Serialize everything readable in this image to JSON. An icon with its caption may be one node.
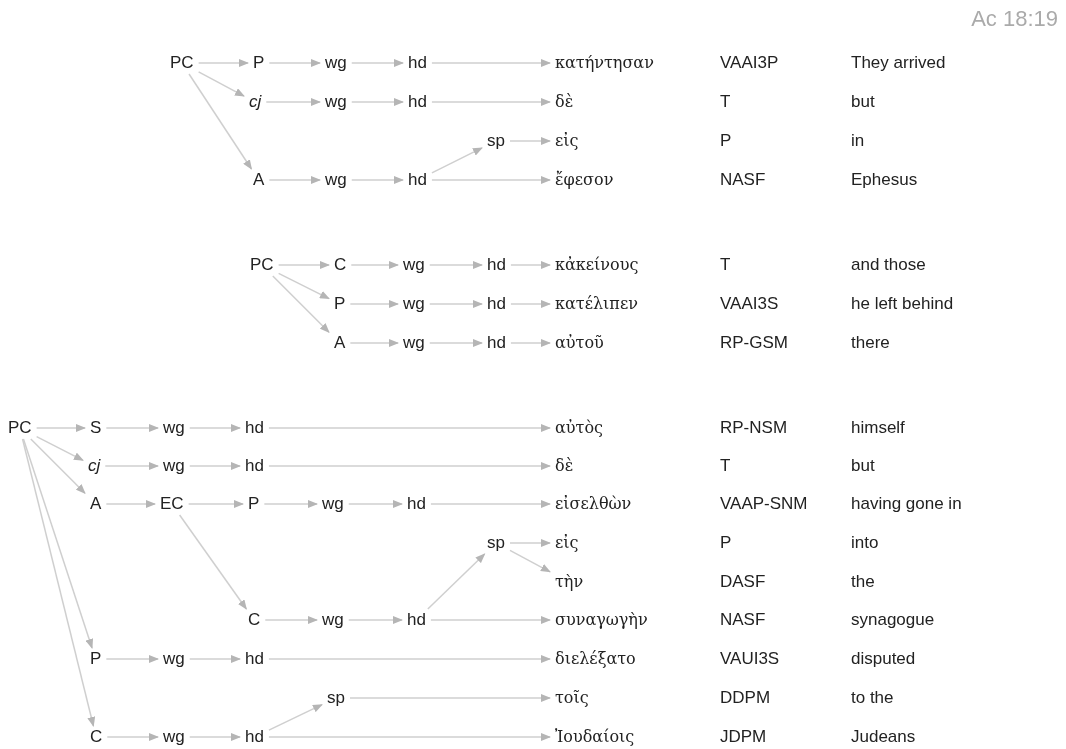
{
  "diagram": {
    "nodes": [
      {
        "text": [
          "PC"
        ]
      },
      {
        "text": [
          "P"
        ]
      },
      {
        "text": [
          "wg"
        ]
      },
      {
        "text": [
          "hd"
        ]
      },
      {
        "text": [
          "κατήντησαν"
        ]
      },
      {
        "text": [
          "cj"
        ]
      },
      {
        "text": [
          "wg"
        ]
      },
      {
        "text": [
          "hd"
        ]
      },
      {
        "text": [
          "δὲ"
        ]
      },
      {
        "text": [
          "sp"
        ]
      },
      {
        "text": [
          "εἰς"
        ]
      },
      {
        "text": [
          "A"
        ]
      },
      {
        "text": [
          "wg"
        ]
      },
      {
        "text": [
          "hd"
        ]
      },
      {
        "text": [
          "ἔφεσον"
        ]
      },
      {
        "text": [
          "PC"
        ]
      },
      {
        "text": [
          "C"
        ]
      },
      {
        "text": [
          "wg"
        ]
      },
      {
        "text": [
          "hd"
        ]
      },
      {
        "text": [
          "κἀκείνους"
        ]
      },
      {
        "text": [
          "P"
        ]
      },
      {
        "text": [
          "wg"
        ]
      },
      {
        "text": [
          "hd"
        ]
      },
      {
        "text": [
          "κατέλιπεν"
        ]
      },
      {
        "text": [
          "A"
        ]
      },
      {
        "text": [
          "wg"
        ]
      },
      {
        "text": [
          "hd"
        ]
      },
      {
        "text": [
          "αὐτοῦ"
        ]
      },
      {
        "text": [
          "PC"
        ]
      },
      {
        "text": [
          "S"
        ]
      },
      {
        "text": [
          "wg"
        ]
      },
      {
        "text": [
          "hd"
        ]
      },
      {
        "text": [
          "αὐτὸς"
        ]
      },
      {
        "text": [
          "cj"
        ]
      },
      {
        "text": [
          "wg"
        ]
      },
      {
        "text": [
          "hd"
        ]
      },
      {
        "text": [
          "δὲ"
        ]
      },
      {
        "text": [
          "A"
        ]
      },
      {
        "text": [
          "EC"
        ]
      },
      {
        "text": [
          "P"
        ]
      },
      {
        "text": [
          "wg"
        ]
      },
      {
        "text": [
          "hd"
        ]
      },
      {
        "text": [
          "εἰσελθὼν"
        ]
      },
      {
        "text": [
          "sp"
        ]
      },
      {
        "text": [
          "εἰς"
        ]
      },
      {
        "text": [
          "τὴν"
        ]
      },
      {
        "text": [
          "C"
        ]
      },
      {
        "text": [
          "wg"
        ]
      },
      {
        "text": [
          "hd"
        ]
      },
      {
        "text": [
          "συναγωγὴν"
        ]
      },
      {
        "text": [
          "P"
        ]
      },
      {
        "text": [
          "wg"
        ]
      },
      {
        "text": [
          "hd"
        ]
      },
      {
        "text": [
          "διελέξατο"
        ]
      },
      {
        "text": [
          "sp"
        ]
      },
      {
        "text": [
          "τοῖς"
        ]
      },
      {
        "text": [
          "C"
        ]
      },
      {
        "text": [
          "wg"
        ]
      },
      {
        "text": [
          "hd"
        ]
      },
      {
        "text": [
          "Ἰουδαίοις"
        ]
      }
    ],
    "edges": [
      {
        "from": 0,
        "to": 1,
        "arrow": "to"
      },
      {
        "from": 1,
        "to": 2,
        "arrow": "to"
      },
      {
        "from": 2,
        "to": 3,
        "arrow": "to"
      },
      {
        "from": 3,
        "to": 4,
        "arrow": "to"
      },
      {
        "from": 0,
        "to": 5,
        "arrow": "to"
      },
      {
        "from": 5,
        "to": 6,
        "arrow": "to"
      },
      {
        "from": 6,
        "to": 7,
        "arrow": "to"
      },
      {
        "from": 7,
        "to": 8,
        "arrow": "to"
      },
      {
        "from": 0,
        "to": 11,
        "arrow": "to"
      },
      {
        "from": 11,
        "to": 12,
        "arrow": "to"
      },
      {
        "from": 12,
        "to": 13,
        "arrow": "to"
      },
      {
        "from": 13,
        "to": 9,
        "arrow": "to"
      },
      {
        "from": 9,
        "to": 10,
        "arrow": "to"
      },
      {
        "from": 13,
        "to": 14,
        "arrow": "to"
      },
      {
        "from": 15,
        "to": 16,
        "arrow": "to"
      },
      {
        "from": 16,
        "to": 17,
        "arrow": "to"
      },
      {
        "from": 17,
        "to": 18,
        "arrow": "to"
      },
      {
        "from": 18,
        "to": 19,
        "arrow": "to"
      },
      {
        "from": 15,
        "to": 20,
        "arrow": "to"
      },
      {
        "from": 20,
        "to": 21,
        "arrow": "to"
      },
      {
        "from": 21,
        "to": 22,
        "arrow": "to"
      },
      {
        "from": 22,
        "to": 23,
        "arrow": "to"
      },
      {
        "from": 15,
        "to": 24,
        "arrow": "to"
      },
      {
        "from": 24,
        "to": 25,
        "arrow": "to"
      },
      {
        "from": 25,
        "to": 26,
        "arrow": "to"
      },
      {
        "from": 26,
        "to": 27,
        "arrow": "to"
      },
      {
        "from": 28,
        "to": 29,
        "arrow": "to"
      },
      {
        "from": 29,
        "to": 30,
        "arrow": "to"
      },
      {
        "from": 30,
        "to": 31,
        "arrow": "to"
      },
      {
        "from": 31,
        "to": 32,
        "arrow": "to"
      },
      {
        "from": 28,
        "to": 33,
        "arrow": "to"
      },
      {
        "from": 33,
        "to": 34,
        "arrow": "to"
      },
      {
        "from": 34,
        "to": 35,
        "arrow": "to"
      },
      {
        "from": 35,
        "to": 36,
        "arrow": "to"
      },
      {
        "from": 28,
        "to": 37,
        "arrow": "to"
      },
      {
        "from": 37,
        "to": 38,
        "arrow": "to"
      },
      {
        "from": 38,
        "to": 39,
        "arrow": "to"
      },
      {
        "from": 39,
        "to": 40,
        "arrow": "to"
      },
      {
        "from": 40,
        "to": 41,
        "arrow": "to"
      },
      {
        "from": 41,
        "to": 42,
        "arrow": "to"
      },
      {
        "from": 38,
        "to": 46,
        "arrow": "to"
      },
      {
        "from": 46,
        "to": 47,
        "arrow": "to"
      },
      {
        "from": 47,
        "to": 48,
        "arrow": "to"
      },
      {
        "from": 48,
        "to": 43,
        "arrow": "to"
      },
      {
        "from": 43,
        "to": 44,
        "arrow": "to"
      },
      {
        "from": 43,
        "to": 45,
        "arrow": "to"
      },
      {
        "from": 48,
        "to": 49,
        "arrow": "to"
      },
      {
        "from": 28,
        "to": 50,
        "arrow": "to"
      },
      {
        "from": 50,
        "to": 51,
        "arrow": "to"
      },
      {
        "from": 51,
        "to": 52,
        "arrow": "to"
      },
      {
        "from": 52,
        "to": 53,
        "arrow": "to"
      },
      {
        "from": 28,
        "to": 56,
        "arrow": "to"
      },
      {
        "from": 56,
        "to": 57,
        "arrow": "to"
      },
      {
        "from": 57,
        "to": 58,
        "arrow": "to"
      },
      {
        "from": 58,
        "to": 54,
        "arrow": "to"
      },
      {
        "from": 54,
        "to": 55,
        "arrow": "to"
      },
      {
        "from": 58,
        "to": 59,
        "arrow": "to"
      }
    ],
    "labels": [
      "Ac 18:19",
      "VAAI3P",
      "They arrived",
      "T",
      "but",
      "P",
      "in",
      "NASF",
      "Ephesus",
      "T",
      "and those",
      "VAAI3S",
      "he left behind",
      "RP-GSM",
      "there",
      "RP-NSM",
      "himself",
      "T",
      "but",
      "VAAP-SNM",
      "having gone in",
      "P",
      "into",
      "DASF",
      "the",
      "NASF",
      "synagogue",
      "VAUI3S",
      "disputed",
      "DDPM",
      "to the",
      "JDPM",
      "Judeans"
    ]
  }
}
